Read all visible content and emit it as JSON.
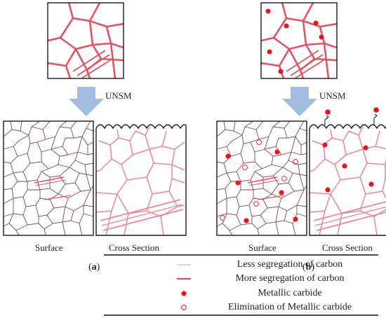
{
  "process_label": "UNSM",
  "panels": [
    {
      "label": "a",
      "left_caption": "Surface",
      "right_caption": "Cross Section"
    },
    {
      "label": "b",
      "left_caption": "Surface",
      "right_caption": "Cross Section"
    }
  ],
  "legend": {
    "items": [
      {
        "symbol": "thin-line",
        "text": "Less segregation of carbon"
      },
      {
        "symbol": "thick-line",
        "text": "More segregation of carbon"
      },
      {
        "symbol": "filled-dot",
        "text": "Metallic carbide"
      },
      {
        "symbol": "open-circle",
        "text": "Elimination of Metallic carbide"
      }
    ]
  },
  "colors": {
    "segregation": "#e06070",
    "segregation_light": "#f2b9c0",
    "carbide": "#e8151f",
    "arrow": "#a3bde0",
    "border": "#1a1a1a"
  }
}
